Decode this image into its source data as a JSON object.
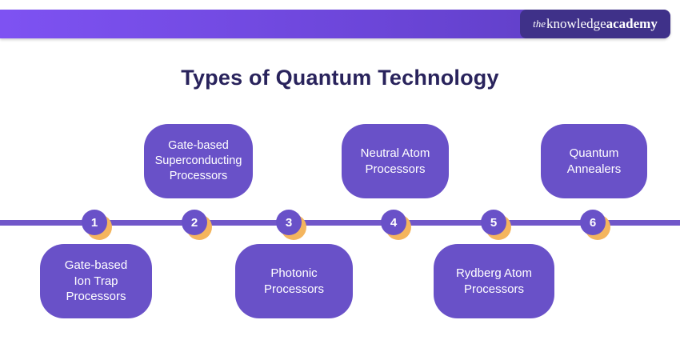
{
  "header": {
    "logo": {
      "part_the": "the",
      "part_knowledge": "knowledge",
      "part_academy": "academy"
    }
  },
  "title": "Types of Quantum Technology",
  "colors": {
    "header_gradient_left": "#7e52f2",
    "header_gradient_right": "#5a3cbe",
    "logo_badge_bg": "#3f3189",
    "title_text": "#29235c",
    "timeline_line": "#7157c9",
    "node_circle": "#6951c8",
    "node_crescent": "#f4b55e",
    "box_bg": "#6951c8",
    "box_text": "#ffffff"
  },
  "timeline": {
    "nodes": [
      {
        "number": "1",
        "label": "Gate-based\nIon Trap\nProcessors",
        "position": "below"
      },
      {
        "number": "2",
        "label": "Gate-based\nSuperconducting\nProcessors",
        "position": "above"
      },
      {
        "number": "3",
        "label": "Photonic\nProcessors",
        "position": "below"
      },
      {
        "number": "4",
        "label": "Neutral Atom\nProcessors",
        "position": "above"
      },
      {
        "number": "5",
        "label": "Rydberg Atom\nProcessors",
        "position": "below"
      },
      {
        "number": "6",
        "label": "Quantum\nAnnealers",
        "position": "above"
      }
    ]
  }
}
